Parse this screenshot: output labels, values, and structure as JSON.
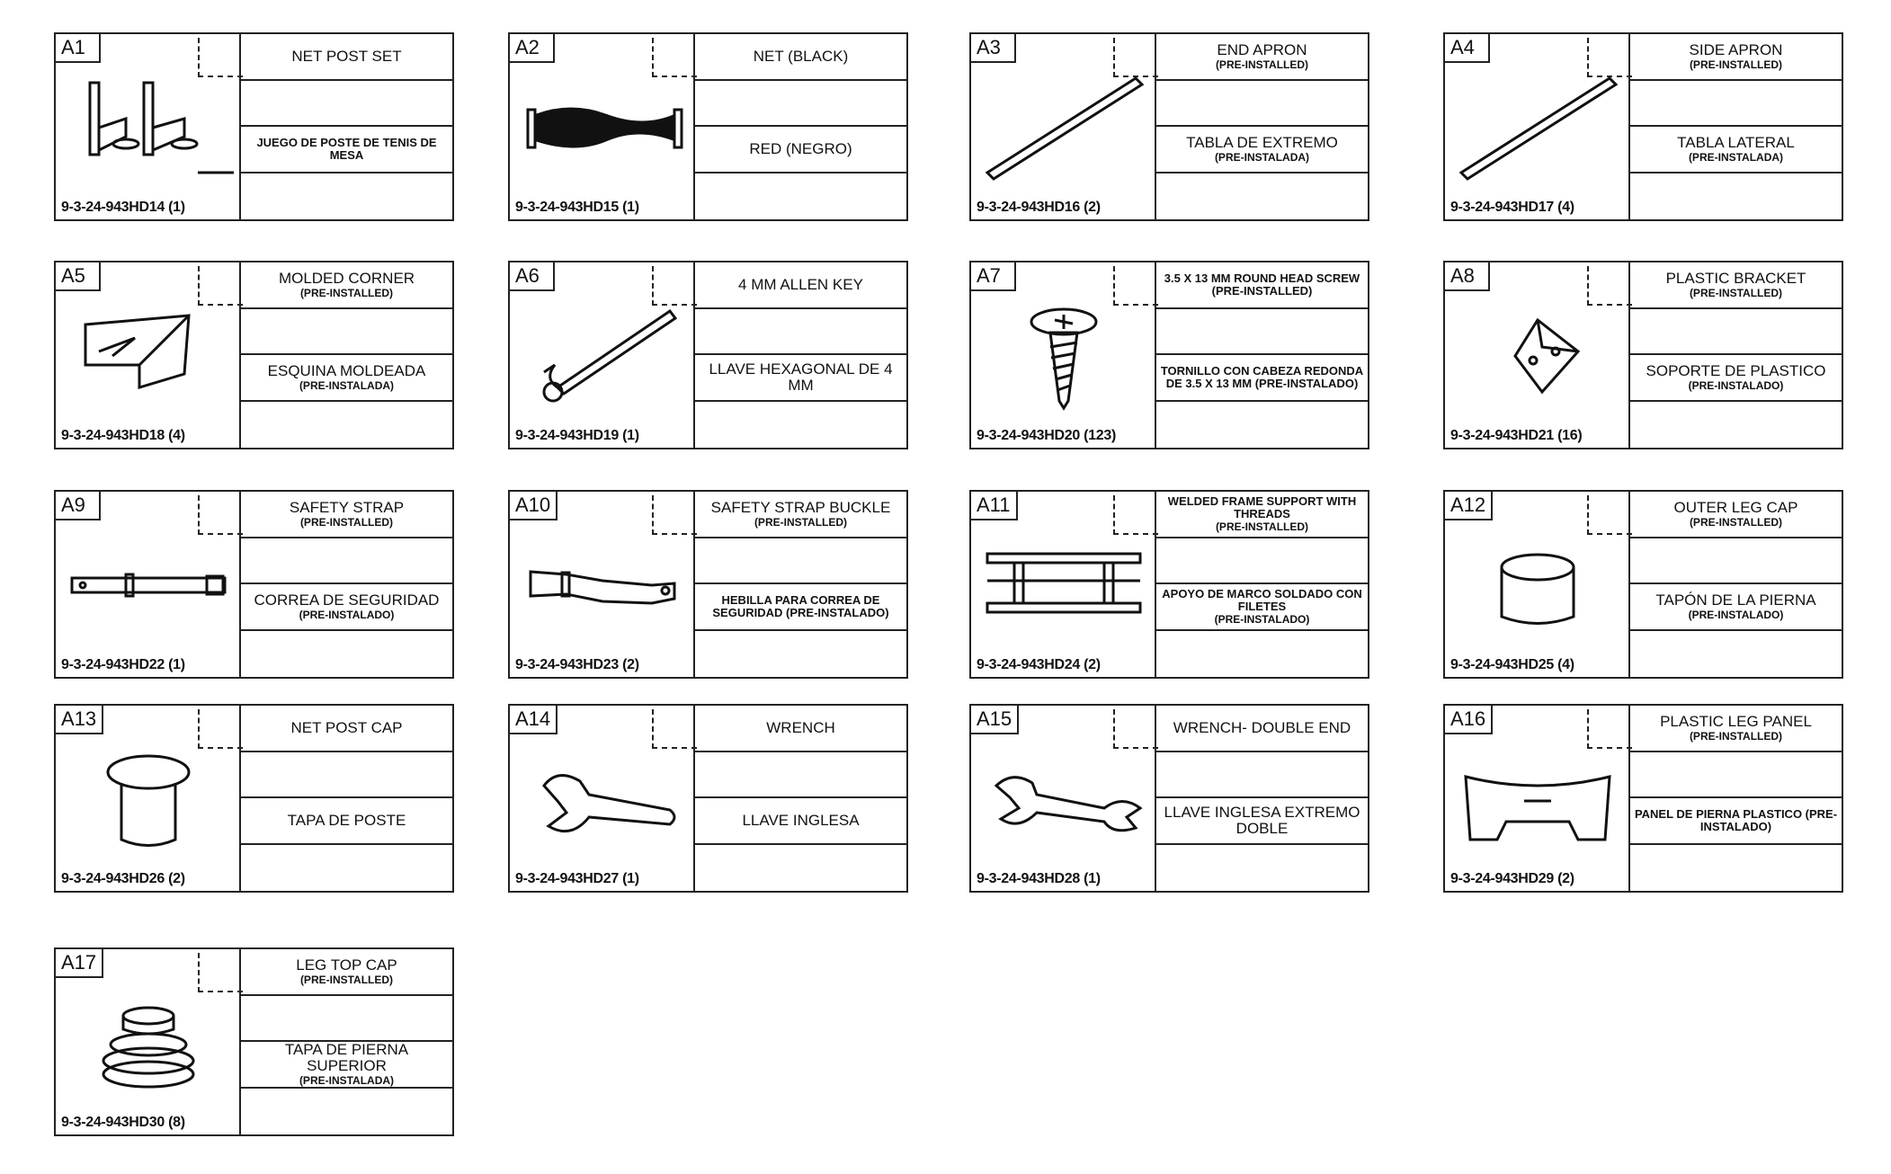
{
  "parts": [
    {
      "id": "A1",
      "code": "9-3-24-943HD14 (1)",
      "en": "NET POST SET",
      "en_sub": "",
      "es": "JUEGO DE POSTE DE TENIS DE MESA",
      "es_sub": "",
      "icon": "net-post-set-icon"
    },
    {
      "id": "A2",
      "code": "9-3-24-943HD15 (1)",
      "en": "NET (BLACK)",
      "en_sub": "",
      "es": "RED (NEGRO)",
      "es_sub": "",
      "icon": "net-icon"
    },
    {
      "id": "A3",
      "code": "9-3-24-943HD16 (2)",
      "en": "END APRON",
      "en_sub": "(PRE-INSTALLED)",
      "es": "TABLA DE EXTREMO",
      "es_sub": "(PRE-INSTALADA)",
      "icon": "end-apron-icon"
    },
    {
      "id": "A4",
      "code": "9-3-24-943HD17 (4)",
      "en": "SIDE APRON",
      "en_sub": "(PRE-INSTALLED)",
      "es": "TABLA LATERAL",
      "es_sub": "(PRE-INSTALADA)",
      "icon": "side-apron-icon"
    },
    {
      "id": "A5",
      "code": "9-3-24-943HD18 (4)",
      "en": "MOLDED CORNER",
      "en_sub": "(PRE-INSTALLED)",
      "es": "ESQUINA MOLDEADA",
      "es_sub": "(PRE-INSTALADA)",
      "icon": "molded-corner-icon"
    },
    {
      "id": "A6",
      "code": "9-3-24-943HD19 (1)",
      "en": "4 MM ALLEN KEY",
      "en_sub": "",
      "es": "LLAVE HEXAGONAL DE 4 MM",
      "es_sub": "",
      "icon": "allen-key-icon"
    },
    {
      "id": "A7",
      "code": "9-3-24-943HD20 (123)",
      "en": "3.5 X 13 MM ROUND HEAD SCREW (PRE-INSTALLED)",
      "en_sub": "",
      "es": "TORNILLO CON CABEZA REDONDA DE 3.5 X 13 MM (PRE-INSTALADO)",
      "es_sub": "",
      "icon": "screw-icon"
    },
    {
      "id": "A8",
      "code": "9-3-24-943HD21 (16)",
      "en": "PLASTIC BRACKET",
      "en_sub": "(PRE-INSTALLED)",
      "es": "SOPORTE DE PLASTICO",
      "es_sub": "(PRE-INSTALADO)",
      "icon": "plastic-bracket-icon"
    },
    {
      "id": "A9",
      "code": "9-3-24-943HD22 (1)",
      "en": "SAFETY STRAP",
      "en_sub": "(PRE-INSTALLED)",
      "es": "CORREA DE SEGURIDAD",
      "es_sub": "(PRE-INSTALADO)",
      "icon": "safety-strap-icon"
    },
    {
      "id": "A10",
      "code": "9-3-24-943HD23 (2)",
      "en": "SAFETY STRAP BUCKLE",
      "en_sub": "(PRE-INSTALLED)",
      "es": "HEBILLA PARA CORREA DE SEGURIDAD (PRE-INSTALADO)",
      "es_sub": "",
      "icon": "strap-buckle-icon"
    },
    {
      "id": "A11",
      "code": "9-3-24-943HD24 (2)",
      "en": "WELDED FRAME SUPPORT WITH THREADS",
      "en_sub": "(PRE-INSTALLED)",
      "es": "APOYO DE MARCO SOLDADO CON FILETES",
      "es_sub": "(PRE-INSTALADO)",
      "icon": "frame-support-icon"
    },
    {
      "id": "A12",
      "code": "9-3-24-943HD25 (4)",
      "en": "OUTER LEG CAP",
      "en_sub": "(PRE-INSTALLED)",
      "es": "TAPÓN DE LA PIERNA",
      "es_sub": "(PRE-INSTALADO)",
      "icon": "leg-cap-icon"
    },
    {
      "id": "A13",
      "code": "9-3-24-943HD26 (2)",
      "en": "NET POST CAP",
      "en_sub": "",
      "es": "TAPA DE POSTE",
      "es_sub": "",
      "icon": "post-cap-icon"
    },
    {
      "id": "A14",
      "code": "9-3-24-943HD27 (1)",
      "en": "WRENCH",
      "en_sub": "",
      "es": "LLAVE INGLESA",
      "es_sub": "",
      "icon": "wrench-icon"
    },
    {
      "id": "A15",
      "code": "9-3-24-943HD28 (1)",
      "en": "WRENCH- DOUBLE END",
      "en_sub": "",
      "es": "LLAVE INGLESA EXTREMO DOBLE",
      "es_sub": "",
      "icon": "double-end-wrench-icon"
    },
    {
      "id": "A16",
      "code": "9-3-24-943HD29 (2)",
      "en": "PLASTIC LEG PANEL",
      "en_sub": "(PRE-INSTALLED)",
      "es": "PANEL DE PIERNA PLASTICO (PRE-INSTALADO)",
      "es_sub": "",
      "icon": "leg-panel-icon"
    },
    {
      "id": "A17",
      "code": "9-3-24-943HD30 (8)",
      "en": "LEG TOP CAP",
      "en_sub": "(PRE-INSTALLED)",
      "es": "TAPA DE PIERNA SUPERIOR",
      "es_sub": "(PRE-INSTALADA)",
      "icon": "leg-top-cap-icon"
    }
  ]
}
